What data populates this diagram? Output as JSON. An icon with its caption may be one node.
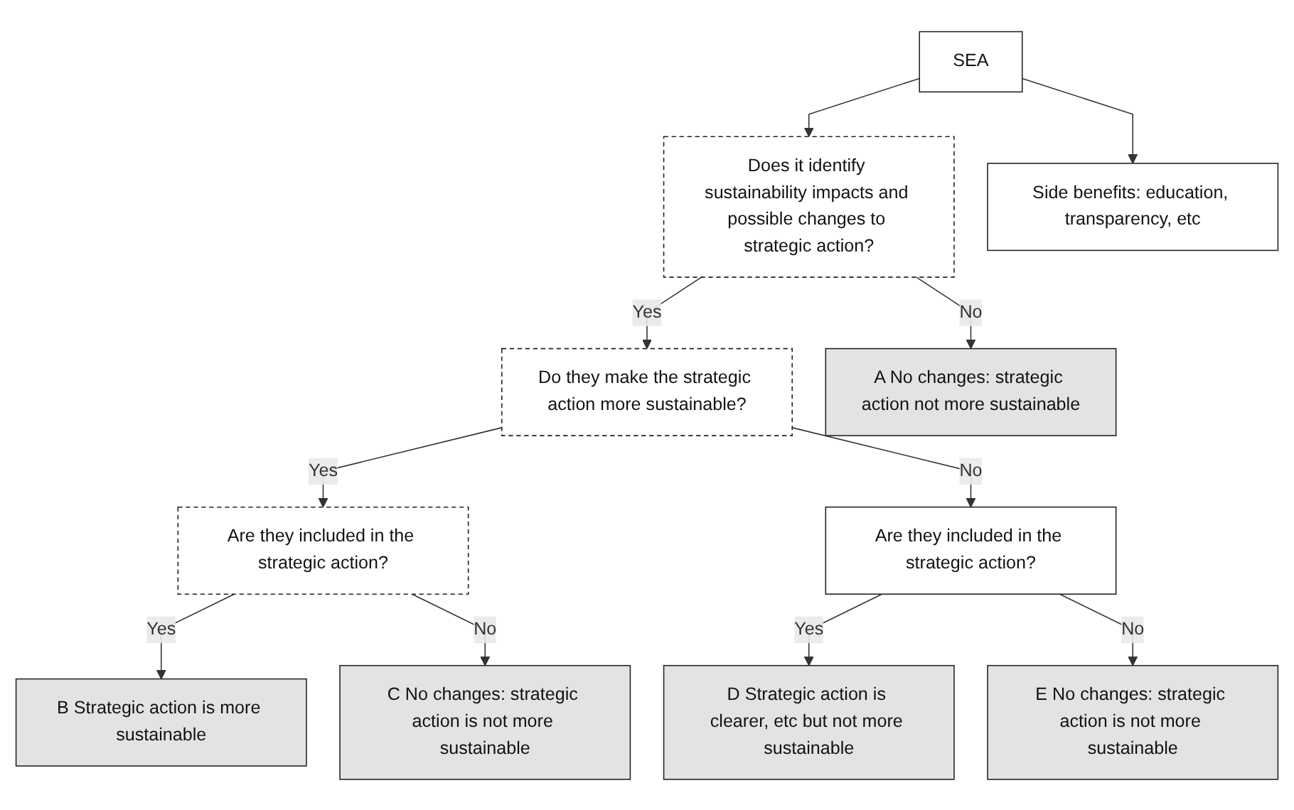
{
  "diagram": {
    "nodes": [
      {
        "text": [
          "SEA"
        ]
      },
      {
        "text": [
          "Does it identify sustainability impacts and possible changes to strategic action?"
        ]
      },
      {
        "text": [
          "Side benefits: education, transparency, etc"
        ]
      },
      {
        "text": [
          "Do they make the strategic action more sustainable?"
        ]
      },
      {
        "text": [
          "A No changes: strategic action not more sustainable"
        ]
      },
      {
        "text": [
          "Are they included in the strategic action?"
        ]
      },
      {
        "text": [
          "Are they included in the strategic action?"
        ]
      },
      {
        "text": [
          "B Strategic action is more sustainable"
        ]
      },
      {
        "text": [
          "C No changes: strategic action is not more sustainable"
        ]
      },
      {
        "text": [
          "D Strategic action is clearer, etc but not more sustainable"
        ]
      },
      {
        "text": [
          "E No changes: strategic action is not more sustainable"
        ]
      }
    ],
    "edges": [
      {
        "from": 0,
        "to": 1,
        "arrow": "to"
      },
      {
        "from": 0,
        "to": 2,
        "arrow": "to"
      },
      {
        "from": 1,
        "to": 3,
        "arrow": "to",
        "label": "Yes"
      },
      {
        "from": 1,
        "to": 4,
        "arrow": "to",
        "label": "No"
      },
      {
        "from": 3,
        "to": 5,
        "arrow": "to",
        "label": "Yes"
      },
      {
        "from": 3,
        "to": 6,
        "arrow": "to",
        "label": "No"
      },
      {
        "from": 5,
        "to": 7,
        "arrow": "to",
        "label": "Yes"
      },
      {
        "from": 5,
        "to": 8,
        "arrow": "to",
        "label": "No"
      },
      {
        "from": 6,
        "to": 9,
        "arrow": "to",
        "label": "Yes"
      },
      {
        "from": 6,
        "to": 10,
        "arrow": "to",
        "label": "No"
      }
    ]
  }
}
